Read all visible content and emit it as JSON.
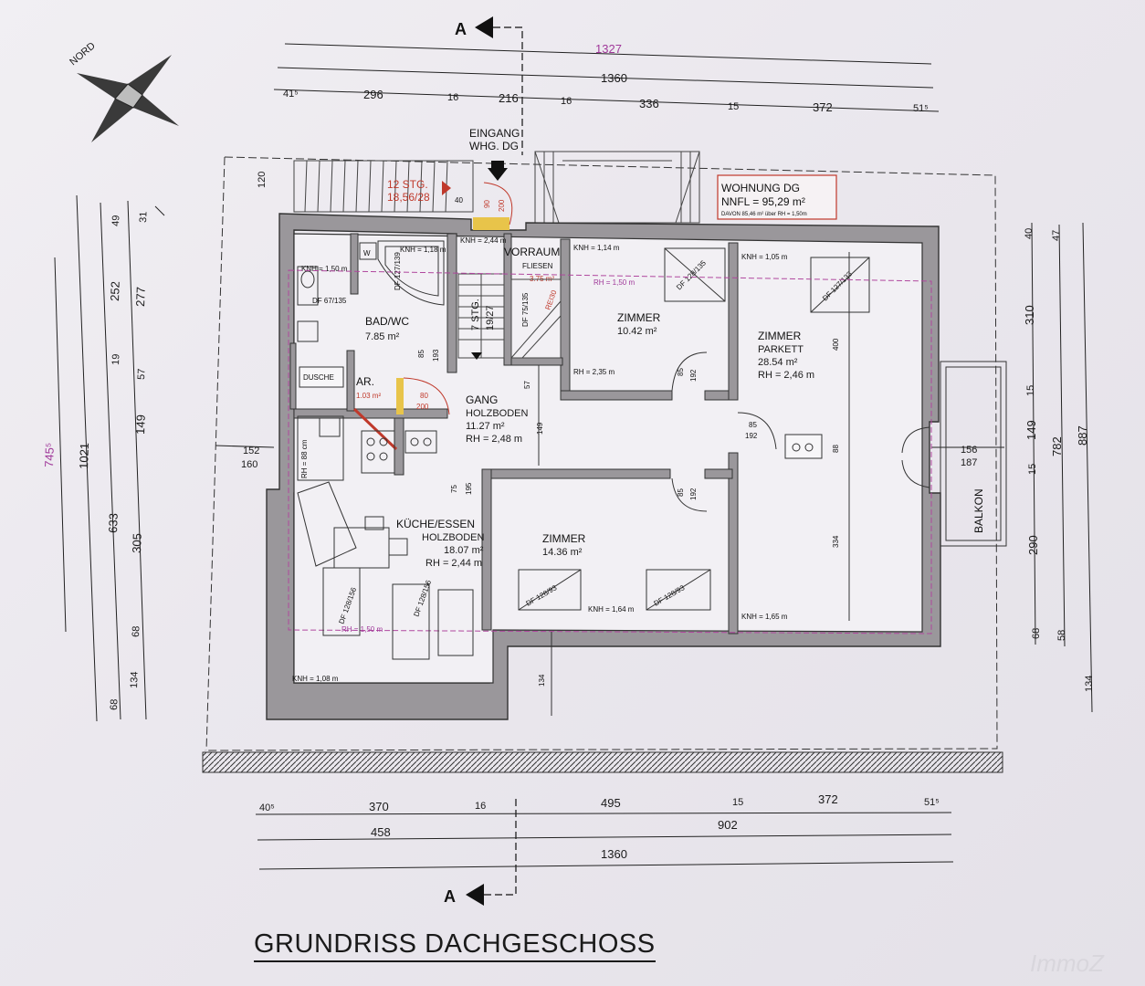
{
  "title": "GRUNDRISS DACHGESCHOSS",
  "watermark": "ImmoZ",
  "north": "NORD",
  "section_marker": "A",
  "dims_top": {
    "total_magenta": "1327",
    "total": "1360",
    "segments": [
      "41⁵",
      "296",
      "16",
      "216",
      "16",
      "336",
      "15",
      "372",
      "51⁵"
    ]
  },
  "dims_bottom": {
    "segments": [
      "40⁵",
      "370",
      "16",
      "495",
      "15",
      "372",
      "51⁵"
    ],
    "mid_left": "458",
    "mid_right": "902",
    "total": "1360"
  },
  "dims_left": {
    "total_magenta": "745⁵",
    "total": "1021",
    "col2": [
      "49",
      "252",
      "19",
      "633",
      "68"
    ],
    "col3": [
      "31",
      "277",
      "57",
      "149",
      "305",
      "68",
      "134"
    ],
    "c152": "152",
    "c160": "160"
  },
  "dims_right": {
    "col1": [
      "40",
      "310",
      "15",
      "149",
      "15",
      "290",
      "68"
    ],
    "col2": [
      "47",
      "782",
      "58"
    ],
    "col3": [
      "887",
      "134"
    ],
    "c156": "156",
    "c187": "187"
  },
  "entrance": {
    "label1": "EINGANG",
    "label2": "WHG. DG"
  },
  "stairs_top": {
    "label1": "12 STG.",
    "label2": "18,56/28"
  },
  "unit_box": {
    "title": "WOHNUNG DG",
    "area": "NNFL = 95,29 m²",
    "note": "DAVON 85,46 m² über RH = 1,50m"
  },
  "rooms": {
    "bad": {
      "name": "BAD/WC",
      "area": "7.85 m²"
    },
    "dusche": {
      "name": "DUSCHE"
    },
    "ar": {
      "name": "AR.",
      "area": "1.03 m²"
    },
    "vorraum": {
      "name": "VORRAUM",
      "sub": "FLIESEN",
      "area": "3.75 m²"
    },
    "gang": {
      "name": "GANG",
      "sub": "HOLZBODEN",
      "area": "11.27 m²",
      "rh": "RH = 2,48 m"
    },
    "zimmer1": {
      "name": "ZIMMER",
      "area": "10.42 m²",
      "rh": "RH = 2,35 m",
      "knh": "KNH = 1,14 m"
    },
    "zimmer2": {
      "name": "ZIMMER",
      "sub": "PARKETT",
      "area": "28.54 m²",
      "rh": "RH = 2,46 m",
      "knh": "KNH = 1,05 m"
    },
    "zimmer3": {
      "name": "ZIMMER",
      "area": "14.36 m²",
      "knh": "KNH = 1,64 m"
    },
    "kueche": {
      "name": "KÜCHE/ESSEN",
      "sub": "HOLZBODEN",
      "area": "18.07 m²",
      "rh": "RH = 2,44 m",
      "knh": "KNH = 1,08 m"
    },
    "balkon": {
      "name": "BALKON"
    }
  },
  "small_labels": {
    "knh244": "KNH = 2,44 m",
    "knh118": "KNH = 1,18 m",
    "knh150": "KNH = 1,50 m",
    "knh165": "KNH = 1,65 m",
    "rh150a": "RH = 1,50 m",
    "rh150b": "RH = 1,50 m",
    "rh88": "RH = 88 cm",
    "stg7a": "7 STG.",
    "stg7b": "19/27",
    "rei30": "REI30",
    "df1": "DF 127/139",
    "df2": "DF 67/135",
    "df3": "DF 75/135",
    "df4": "DF 128/135",
    "df5": "DF 127/133",
    "df6": "DF 128/93",
    "df7": "DF 128/93",
    "df8": "DF 128/156",
    "df9": "DF 128/156",
    "d40": "40",
    "d90": "90",
    "d200a": "200",
    "d80": "80",
    "d200b": "200",
    "d85a": "85",
    "d193": "193",
    "d85b": "85",
    "d192a": "192",
    "d85c": "85",
    "d192b": "192",
    "d85d": "85",
    "d192c": "192",
    "d75": "75",
    "d195": "195",
    "d57": "57",
    "d149": "149",
    "d400": "400",
    "d88": "88",
    "d334": "334",
    "d134": "134",
    "d120": "120",
    "w": "W"
  }
}
